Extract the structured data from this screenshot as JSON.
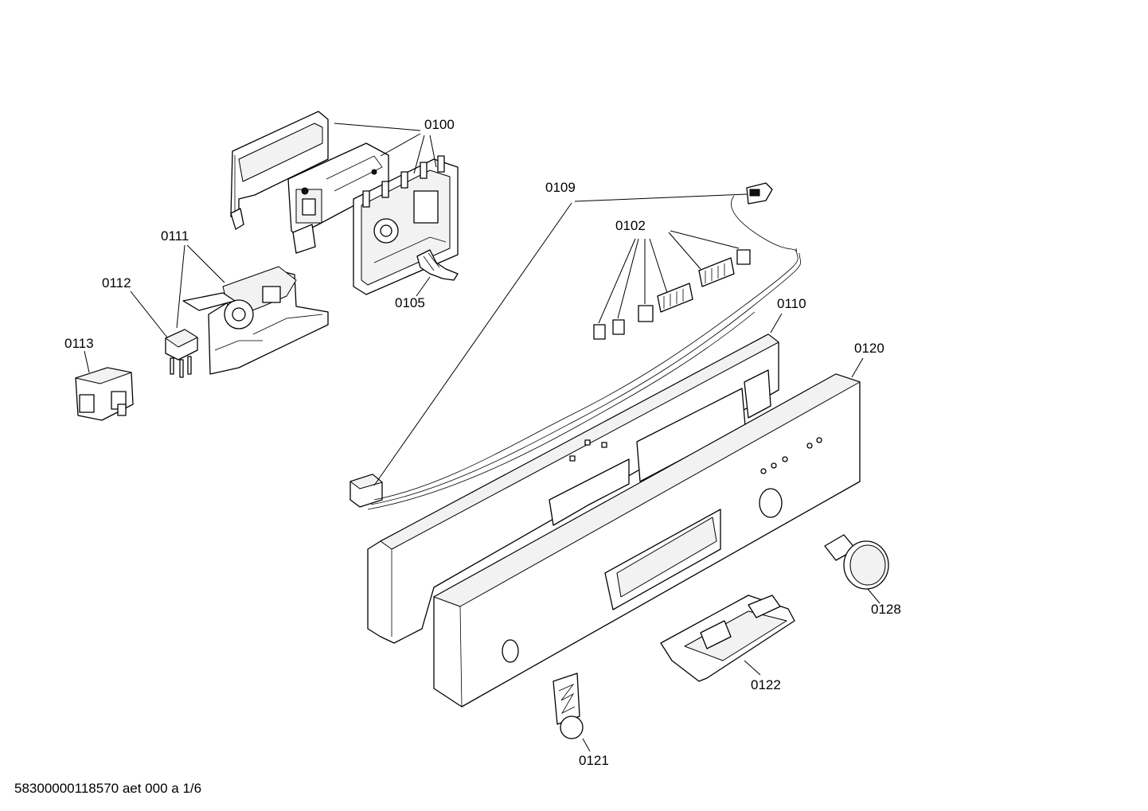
{
  "document_id": "58300000118570 aet 000 a 1/6",
  "parts": [
    {
      "id": "0100"
    },
    {
      "id": "0102"
    },
    {
      "id": "0105"
    },
    {
      "id": "0109"
    },
    {
      "id": "0110"
    },
    {
      "id": "0111"
    },
    {
      "id": "0112"
    },
    {
      "id": "0113"
    },
    {
      "id": "0120"
    },
    {
      "id": "0121"
    },
    {
      "id": "0122"
    },
    {
      "id": "0128"
    }
  ]
}
